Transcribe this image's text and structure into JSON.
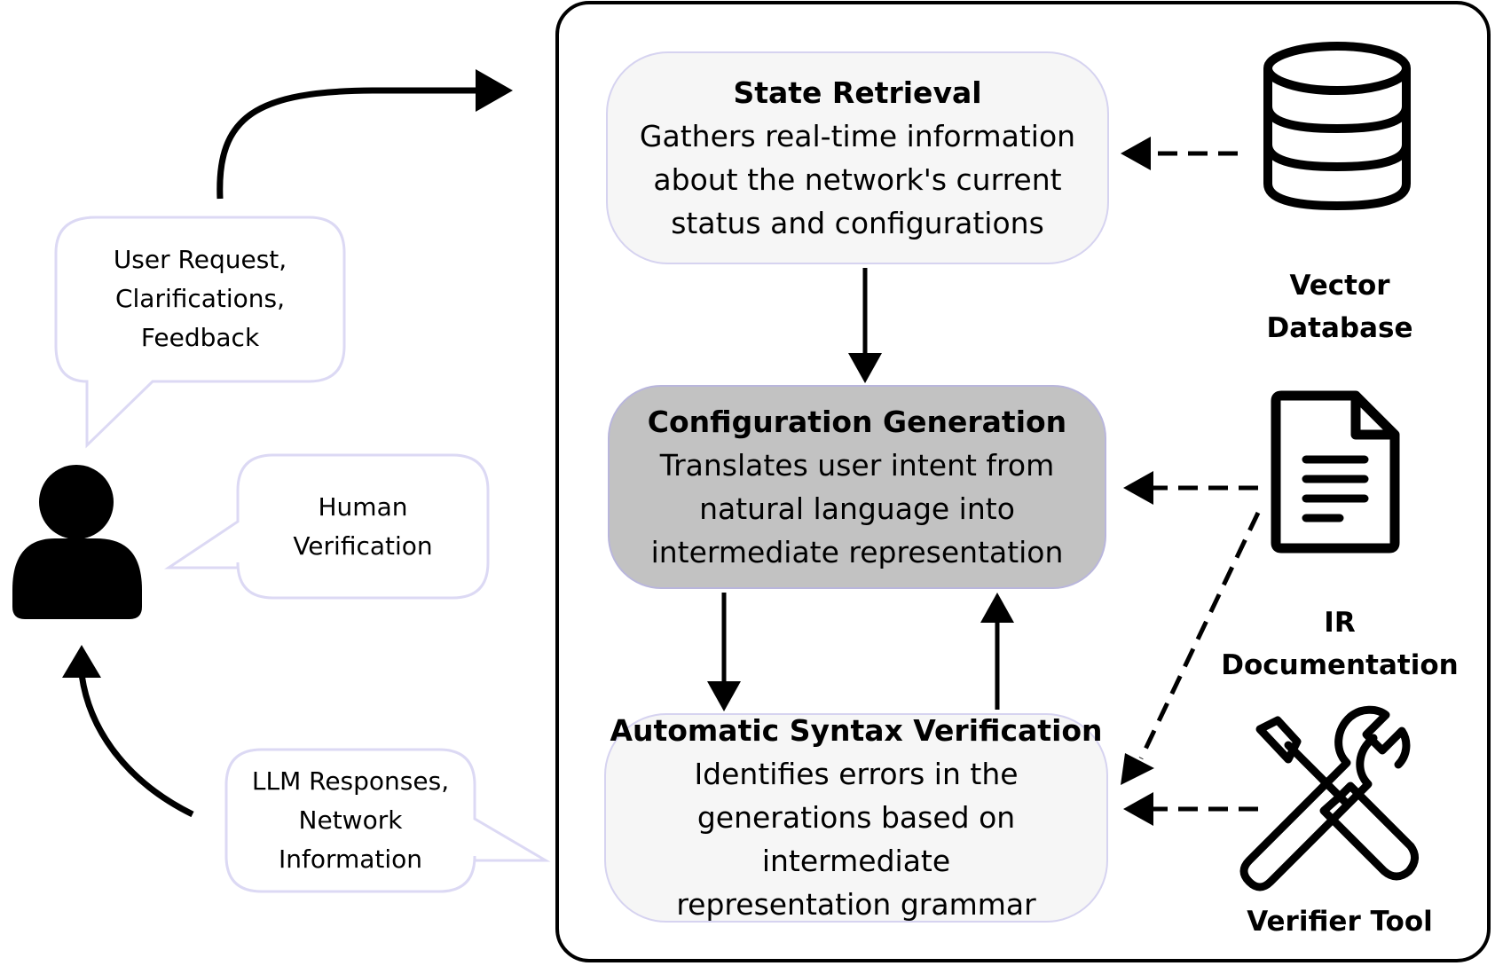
{
  "left": {
    "bubble_request": [
      "User Request,",
      "Clarifications,",
      "Feedback"
    ],
    "bubble_human": [
      "Human",
      "Verification"
    ],
    "bubble_llm": [
      "LLM Responses,",
      "Network",
      "Information"
    ]
  },
  "blocks": {
    "state_retrieval": {
      "title": "State Retrieval",
      "desc": [
        "Gathers real-time information",
        "about the network's current",
        "status and configurations"
      ]
    },
    "config_generation": {
      "title": "Configuration Generation",
      "desc": [
        "Translates user intent from",
        "natural language into",
        "intermediate representation"
      ]
    },
    "syntax_verification": {
      "title": "Automatic Syntax Verification",
      "desc": [
        "Identifies errors in the",
        "generations based on intermediate",
        "representation grammar"
      ]
    }
  },
  "resources": {
    "vector_db": [
      "Vector Database"
    ],
    "ir_docs": [
      "IR",
      "Documentation"
    ],
    "verifier": [
      "Verifier Tool"
    ]
  },
  "icons": {
    "user": "user-icon",
    "database": "database-icon",
    "document": "document-icon",
    "tools": "tools-icon"
  }
}
